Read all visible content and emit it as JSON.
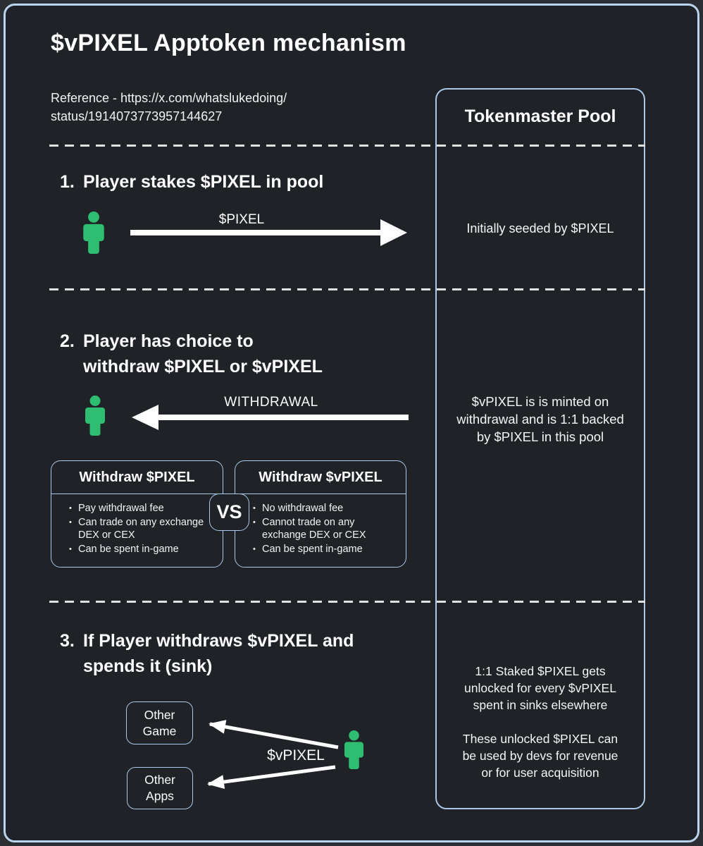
{
  "title": "$vPIXEL Apptoken mechanism",
  "reference_lines": [
    "Reference - https://x.com/whatslukedoing/",
    "status/1914073773957144627"
  ],
  "pool": {
    "title": "Tokenmaster Pool",
    "seeded_note": "Initially seeded by $PIXEL",
    "minted_note_lines": [
      "$vPIXEL is is minted on",
      "withdrawal and is 1:1 backed",
      "by $PIXEL in this pool"
    ],
    "unlock_note_lines": [
      "1:1 Staked $PIXEL gets",
      "unlocked for every $vPIXEL",
      "spent in sinks elsewhere"
    ],
    "devs_note_lines": [
      "These unlocked $PIXEL can",
      "be used by devs for revenue",
      "or for user acquisition"
    ]
  },
  "steps": [
    {
      "number": "1.",
      "heading_lines": [
        "Player stakes $PIXEL in pool"
      ],
      "arrow_label": "$PIXEL",
      "arrow_direction": "right"
    },
    {
      "number": "2.",
      "heading_lines": [
        "Player has choice to",
        "withdraw $PIXEL or $vPIXEL"
      ],
      "arrow_label": "WITHDRAWAL",
      "arrow_direction": "left"
    },
    {
      "number": "3.",
      "heading_lines": [
        "If Player withdraws $vPIXEL and",
        "spends it (sink)"
      ],
      "arrow_label": "$vPIXEL",
      "arrow_direction": "left-fanout"
    }
  ],
  "comparison": {
    "vs_label": "VS",
    "left": {
      "title": "Withdraw $PIXEL",
      "bullets": [
        "Pay withdrawal fee",
        "Can trade on any exchange DEX or CEX",
        "Can be spent in-game"
      ]
    },
    "right": {
      "title": "Withdraw $vPIXEL",
      "bullets": [
        "No withdrawal fee",
        "Cannot trade on any exchange DEX or CEX",
        "Can be spent in-game"
      ]
    }
  },
  "sinks": [
    {
      "label_lines": [
        "Other",
        "Game"
      ]
    },
    {
      "label_lines": [
        "Other",
        "Apps"
      ]
    }
  ],
  "icons": {
    "person": "person-icon"
  },
  "colors": {
    "background_outer": "#2b2e33",
    "background": "#1f2226",
    "accent_blue": "#a9c9ea",
    "person_green": "#2ebd71",
    "text": "#ffffff"
  }
}
